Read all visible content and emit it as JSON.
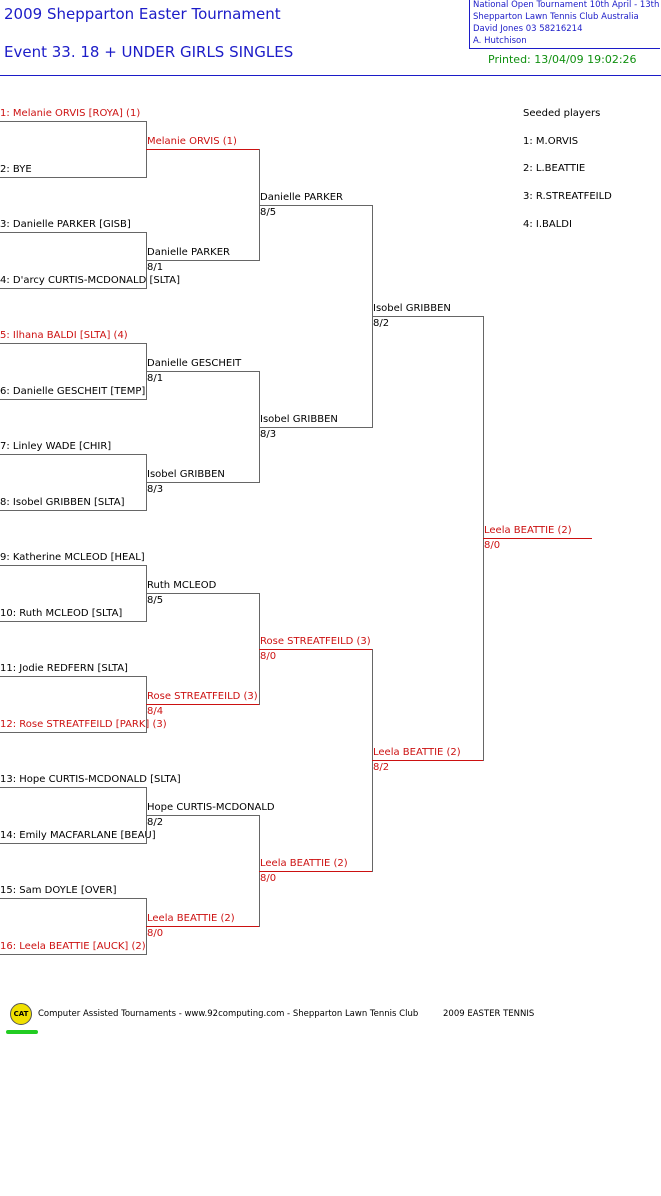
{
  "header": {
    "title": "2009 Shepparton Easter Tournament",
    "event": "Event 33. 18 + UNDER GIRLS SINGLES",
    "info": [
      "National Open Tournament   10th April - 13th",
      "Shepparton Lawn Tennis Club    Australia",
      "David Jones    03 58216214",
      "A. Hutchison"
    ],
    "printed": "Printed: 13/04/09 19:02:26"
  },
  "colors": {
    "heading": "#1c1cc8",
    "seeded": "#cc1111",
    "printed": "#109010",
    "line": "#666666"
  },
  "draw": [
    {
      "label": "1: Melanie ORVIS [ROYA] (1)",
      "seeded": true
    },
    {
      "label": "2: BYE",
      "seeded": false
    },
    {
      "label": "3: Danielle PARKER [GISB]",
      "seeded": false
    },
    {
      "label": "4: D'arcy CURTIS-MCDONALD [SLTA]",
      "seeded": false
    },
    {
      "label": "5: Ilhana BALDI [SLTA] (4)",
      "seeded": true
    },
    {
      "label": "6: Danielle GESCHEIT [TEMP]",
      "seeded": false
    },
    {
      "label": "7: Linley WADE [CHIR]",
      "seeded": false
    },
    {
      "label": "8: Isobel GRIBBEN [SLTA]",
      "seeded": false
    },
    {
      "label": "9: Katherine MCLEOD [HEAL]",
      "seeded": false
    },
    {
      "label": "10: Ruth MCLEOD [SLTA]",
      "seeded": false
    },
    {
      "label": "11: Jodie REDFERN [SLTA]",
      "seeded": false
    },
    {
      "label": "12: Rose STREATFEILD [PARK] (3)",
      "seeded": true
    },
    {
      "label": "13: Hope CURTIS-MCDONALD [SLTA]",
      "seeded": false
    },
    {
      "label": "14: Emily MACFARLANE [BEAU]",
      "seeded": false
    },
    {
      "label": "15: Sam DOYLE [OVER]",
      "seeded": false
    },
    {
      "label": "16: Leela BEATTIE [AUCK] (2)",
      "seeded": true
    }
  ],
  "rounds": [
    [
      {
        "name": "Melanie ORVIS (1)",
        "score": "",
        "seeded": true
      },
      {
        "name": "Danielle PARKER",
        "score": "8/1",
        "seeded": false
      },
      {
        "name": "Danielle GESCHEIT",
        "score": "8/1",
        "seeded": false
      },
      {
        "name": "Isobel GRIBBEN",
        "score": "8/3",
        "seeded": false
      },
      {
        "name": "Ruth MCLEOD",
        "score": "8/5",
        "seeded": false
      },
      {
        "name": "Rose STREATFEILD (3)",
        "score": "8/4",
        "seeded": true
      },
      {
        "name": "Hope CURTIS-MCDONALD",
        "score": "8/2",
        "seeded": false
      },
      {
        "name": "Leela BEATTIE (2)",
        "score": "8/0",
        "seeded": true
      }
    ],
    [
      {
        "name": "Danielle PARKER",
        "score": "8/5",
        "seeded": false
      },
      {
        "name": "Isobel GRIBBEN",
        "score": "8/3",
        "seeded": false
      },
      {
        "name": "Rose STREATFEILD (3)",
        "score": "8/0",
        "seeded": true
      },
      {
        "name": "Leela BEATTIE (2)",
        "score": "8/0",
        "seeded": true
      }
    ],
    [
      {
        "name": "Isobel GRIBBEN",
        "score": "8/2",
        "seeded": false
      },
      {
        "name": "Leela BEATTIE (2)",
        "score": "8/2",
        "seeded": true
      }
    ],
    [
      {
        "name": "Leela BEATTIE (2)",
        "score": "8/0",
        "seeded": true
      }
    ]
  ],
  "seeds": {
    "title": "Seeded players",
    "items": [
      "1: M.ORVIS",
      "2: L.BEATTIE",
      "3: R.STREATFEILD",
      "4: I.BALDI"
    ]
  },
  "footer": {
    "logo_text": "CAT",
    "credit": "Computer Assisted Tournaments - www.92computing.com -   Shepparton Lawn Tennis Club",
    "event": "2009 EASTER TENNIS"
  }
}
